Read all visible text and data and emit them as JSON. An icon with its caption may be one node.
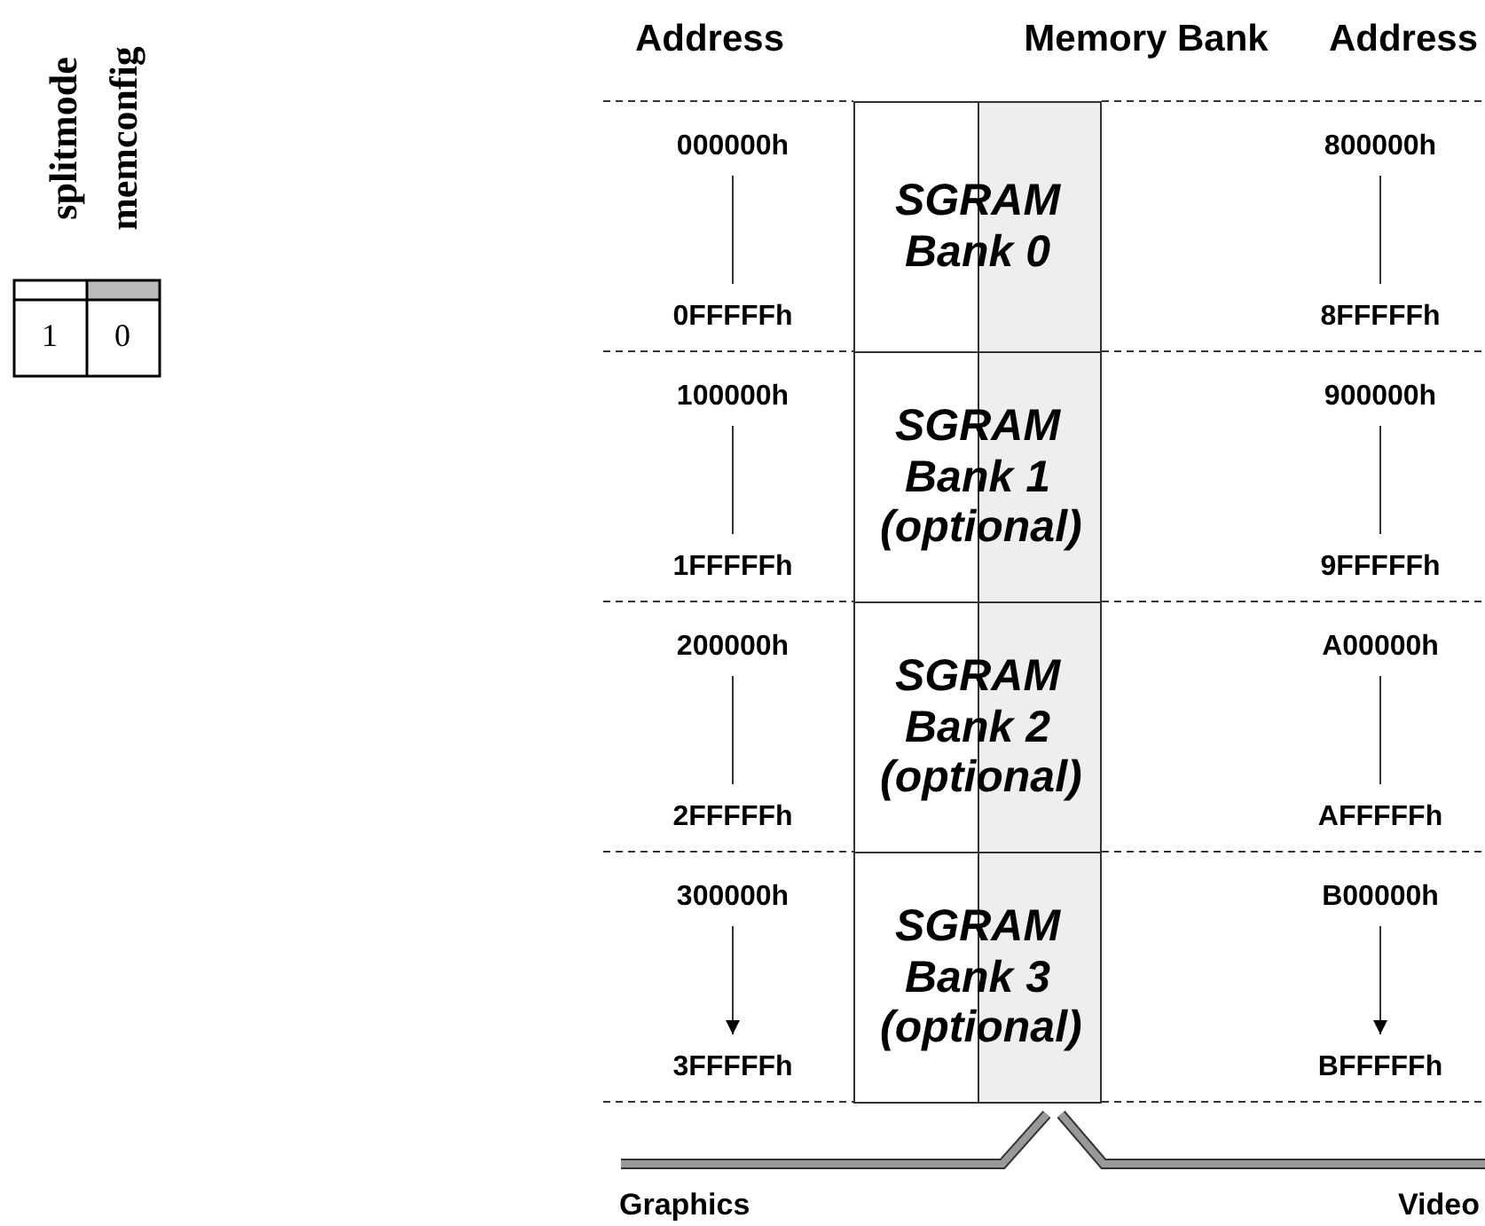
{
  "diagram": {
    "nodes": [
      {
        "text": [
          "SGRAM Bank 0"
        ]
      },
      {
        "text": [
          "SGRAM Bank 1 (optional)"
        ]
      },
      {
        "text": [
          "SGRAM Bank 2 (optional)"
        ]
      },
      {
        "text": [
          "SGRAM Bank 3 (optional)"
        ]
      }
    ],
    "labels": [
      "splitmode",
      "memconfig",
      "1",
      "0",
      "Address",
      "Memory Bank",
      "Address",
      "000000h",
      "800000h",
      "0FFFFFh",
      "8FFFFFh",
      "100000h",
      "900000h",
      "1FFFFFh",
      "9FFFFFh",
      "200000h",
      "A00000h",
      "2FFFFFh",
      "AFFFFFh",
      "300000h",
      "B00000h",
      "3FFFFFh",
      "BFFFFFh",
      "Graphics",
      "Video"
    ]
  }
}
